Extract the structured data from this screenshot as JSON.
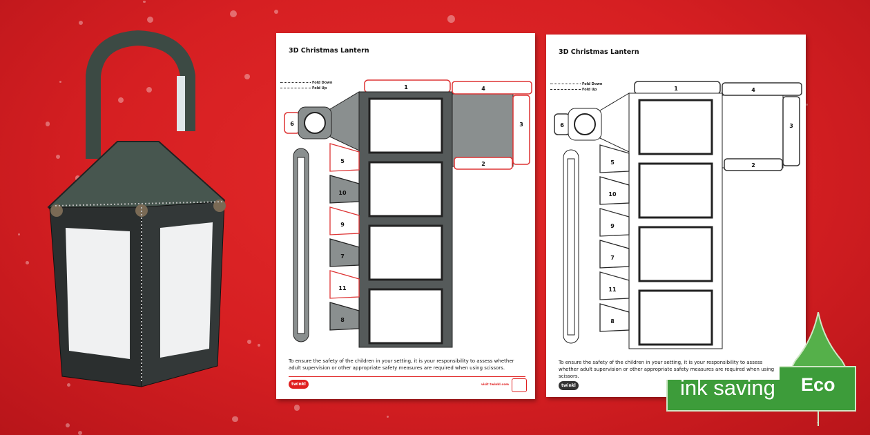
{
  "colors": {
    "background": "#d61f22",
    "accent": "#e02020",
    "eco_green": "#3d9c3a"
  },
  "pages": [
    {
      "variant": "colour",
      "title": "3D Christmas Lantern",
      "fold_down": "Fold Down",
      "fold_up": "Fold Up",
      "safety_note": "To ensure the safety of the children in your setting, it is your responsibility to assess whether adult supervision or other appropriate safety measures are required when using scissors.",
      "logo": "twinkl",
      "url": "visit twinkl.com"
    },
    {
      "variant": "ink saving",
      "title": "3D Christmas Lantern",
      "fold_down": "Fold Down",
      "fold_up": "Fold Up",
      "safety_note": "To ensure the safety of the children in your setting, it is your responsibility to assess whether adult supervision or other appropriate safety measures are required when using scissors.",
      "logo": "twinkl"
    }
  ],
  "template_labels": {
    "top": "1",
    "side_top": "4",
    "side_right": "3",
    "side_bottom": "2",
    "circle_tab": "6",
    "flaps": [
      "5",
      "10",
      "9",
      "7",
      "11",
      "8"
    ]
  },
  "badge": {
    "label": "ink saving",
    "eco": "Eco",
    "icon": "leaf-icon"
  }
}
